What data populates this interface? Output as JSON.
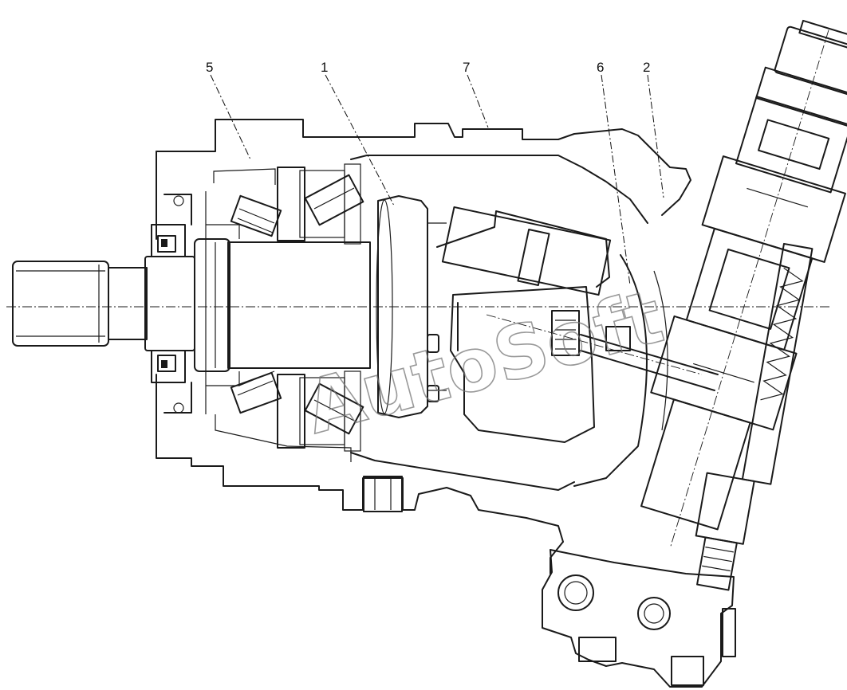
{
  "callouts": [
    {
      "id": "5",
      "label": "5"
    },
    {
      "id": "1",
      "label": "1"
    },
    {
      "id": "7",
      "label": "7"
    },
    {
      "id": "6",
      "label": "6"
    },
    {
      "id": "2",
      "label": "2"
    }
  ],
  "watermark": "AutoSoft"
}
